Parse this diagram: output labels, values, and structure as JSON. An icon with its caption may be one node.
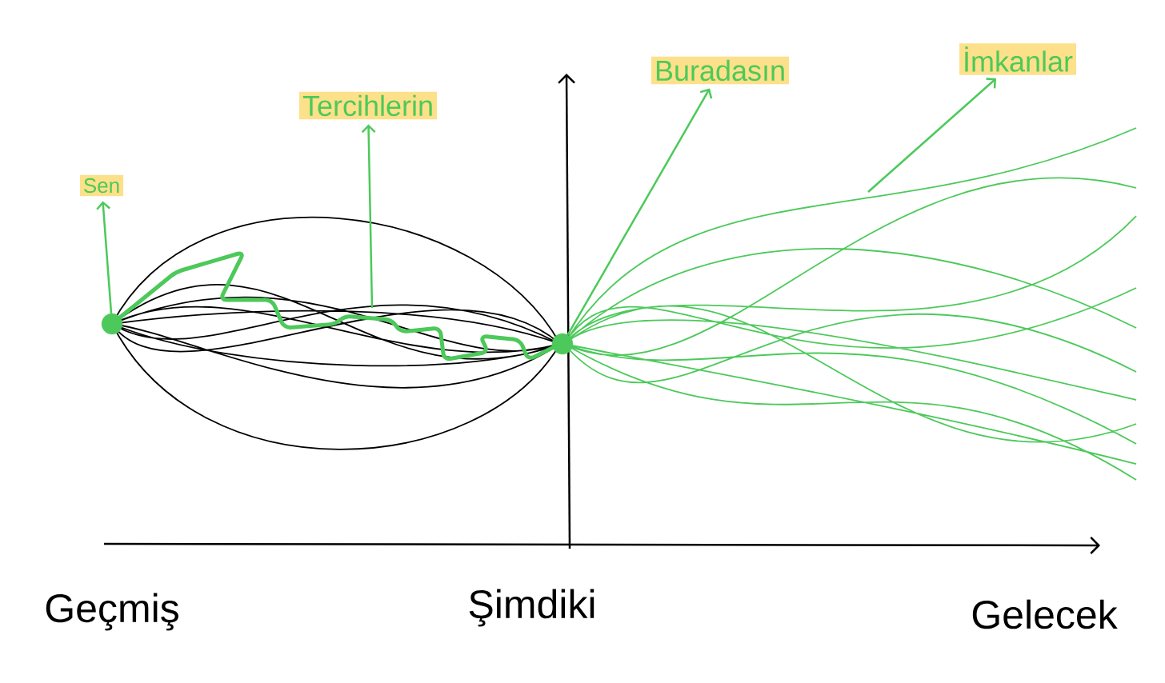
{
  "diagram": {
    "nodes": [
      {
        "text": [
          "Sen"
        ]
      },
      {
        "text": [
          "Tercihlerin"
        ]
      },
      {
        "text": [
          "Buradasın"
        ]
      },
      {
        "text": [
          "İmkanlar"
        ]
      },
      {
        "text": [],
        "shape": "circle"
      },
      {
        "text": [],
        "shape": "circle"
      }
    ],
    "edges": [
      {
        "from": 4,
        "to": 0,
        "arrow": "to"
      },
      {
        "from": null,
        "to": 1,
        "arrow": "to"
      },
      {
        "from": 5,
        "to": 2,
        "arrow": "to"
      },
      {
        "from": null,
        "to": 3,
        "arrow": "to"
      }
    ],
    "labels": [
      "Geçmiş",
      "Şimdiki",
      "Gelecek"
    ]
  }
}
